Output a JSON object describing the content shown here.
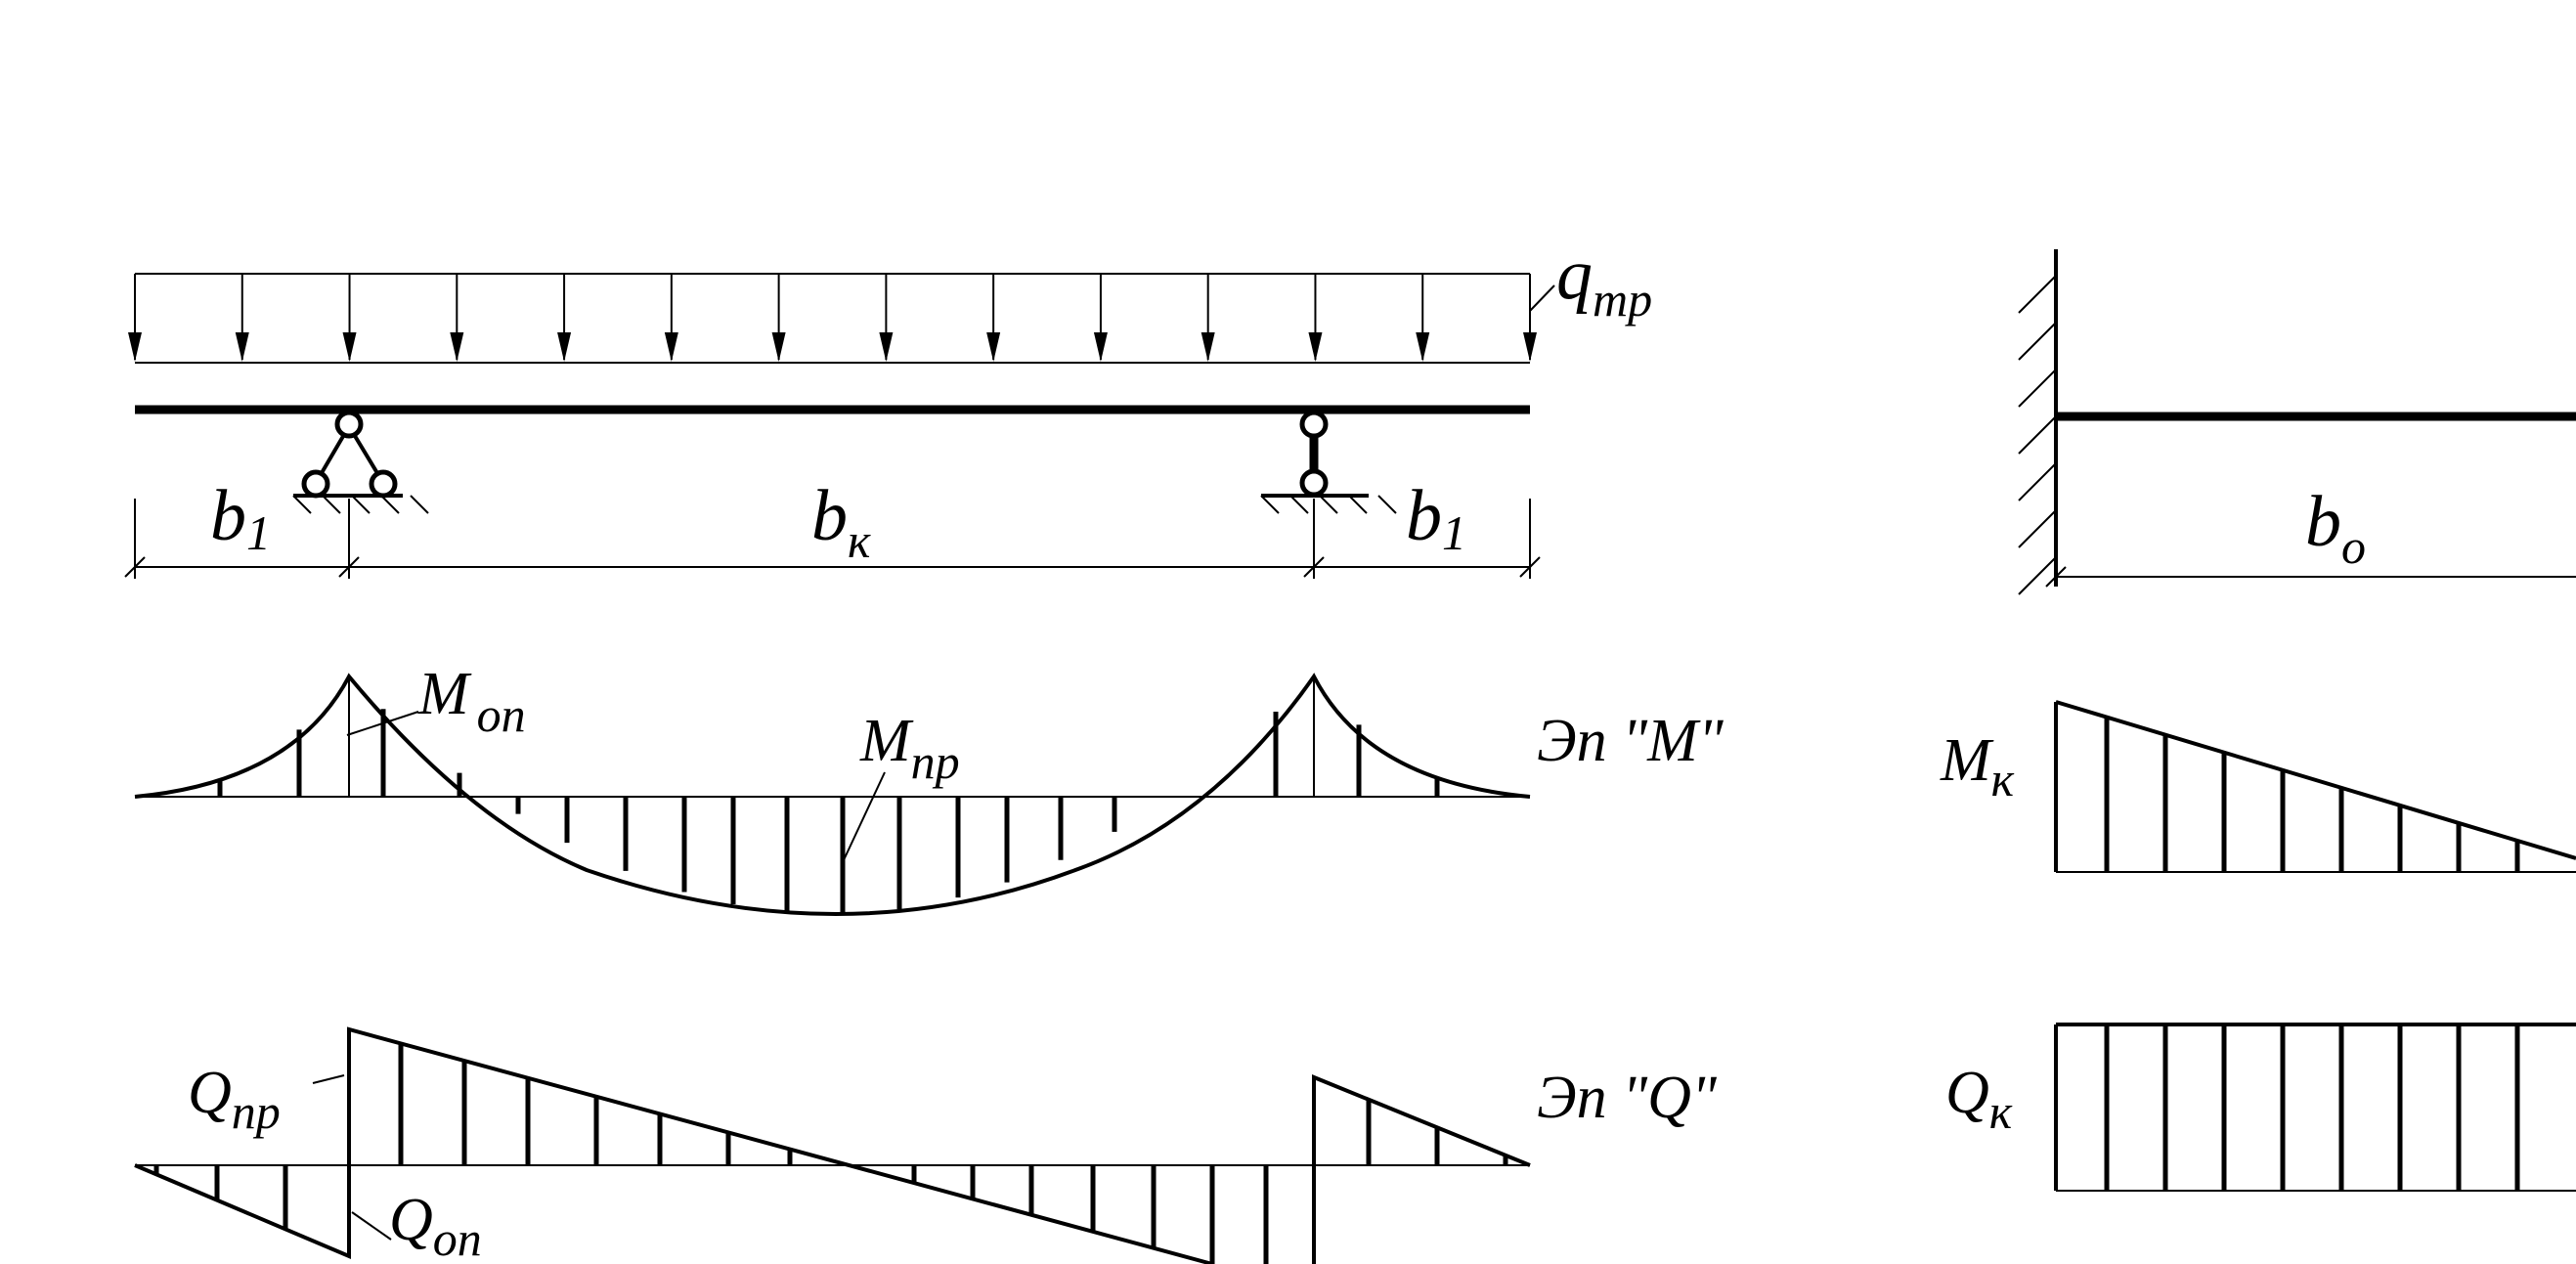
{
  "beam": {
    "load_label": {
      "main": "q",
      "sub": "тр"
    },
    "dim_left": {
      "main": "b",
      "sub": "1"
    },
    "dim_center": {
      "main": "b",
      "sub": "к"
    },
    "dim_right": {
      "main": "b",
      "sub": "1"
    }
  },
  "moment": {
    "support_label": {
      "main": "M",
      "sub": "оп"
    },
    "span_label": {
      "main": "M",
      "sub": "пр"
    },
    "title": "Эп \"M\""
  },
  "shear": {
    "span_label": {
      "main": "Q",
      "sub": "пр"
    },
    "support_label": {
      "main": "Q",
      "sub": "оп"
    },
    "title": "Эп \"Q\""
  },
  "cantilever": {
    "dim_label": {
      "main": "b",
      "sub": "о"
    },
    "moment_label": {
      "main": "M",
      "sub": "к"
    },
    "shear_label": {
      "main": "Q",
      "sub": "к"
    }
  }
}
